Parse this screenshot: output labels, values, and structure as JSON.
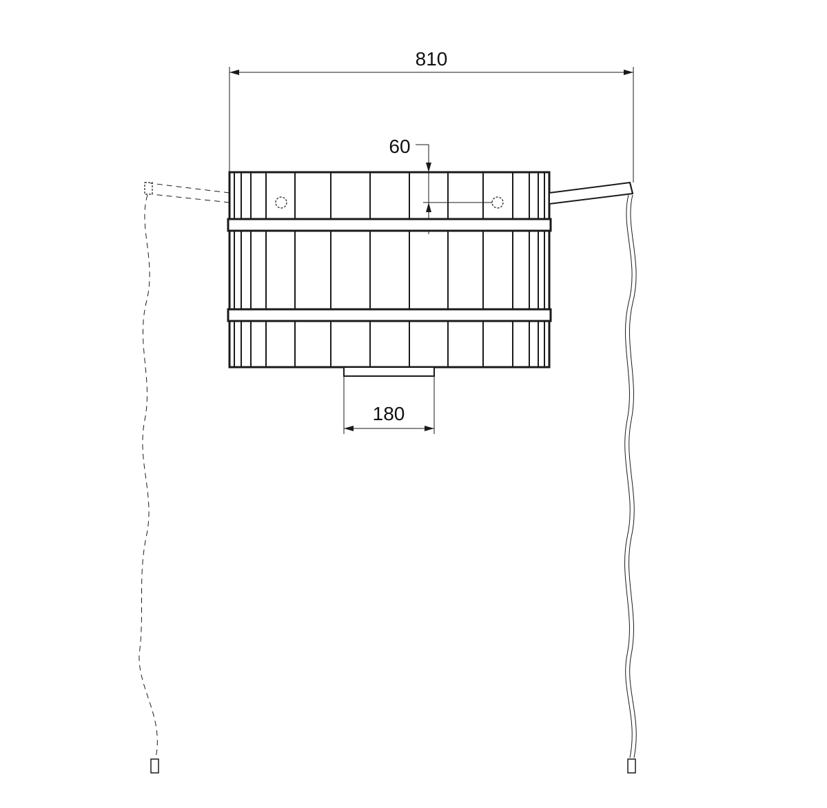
{
  "drawing": {
    "dimensions": {
      "overall_width": "810",
      "rim_offset": "60",
      "outlet_width": "180"
    },
    "colors": {
      "line": "#1a1a1a",
      "background": "#ffffff"
    }
  }
}
